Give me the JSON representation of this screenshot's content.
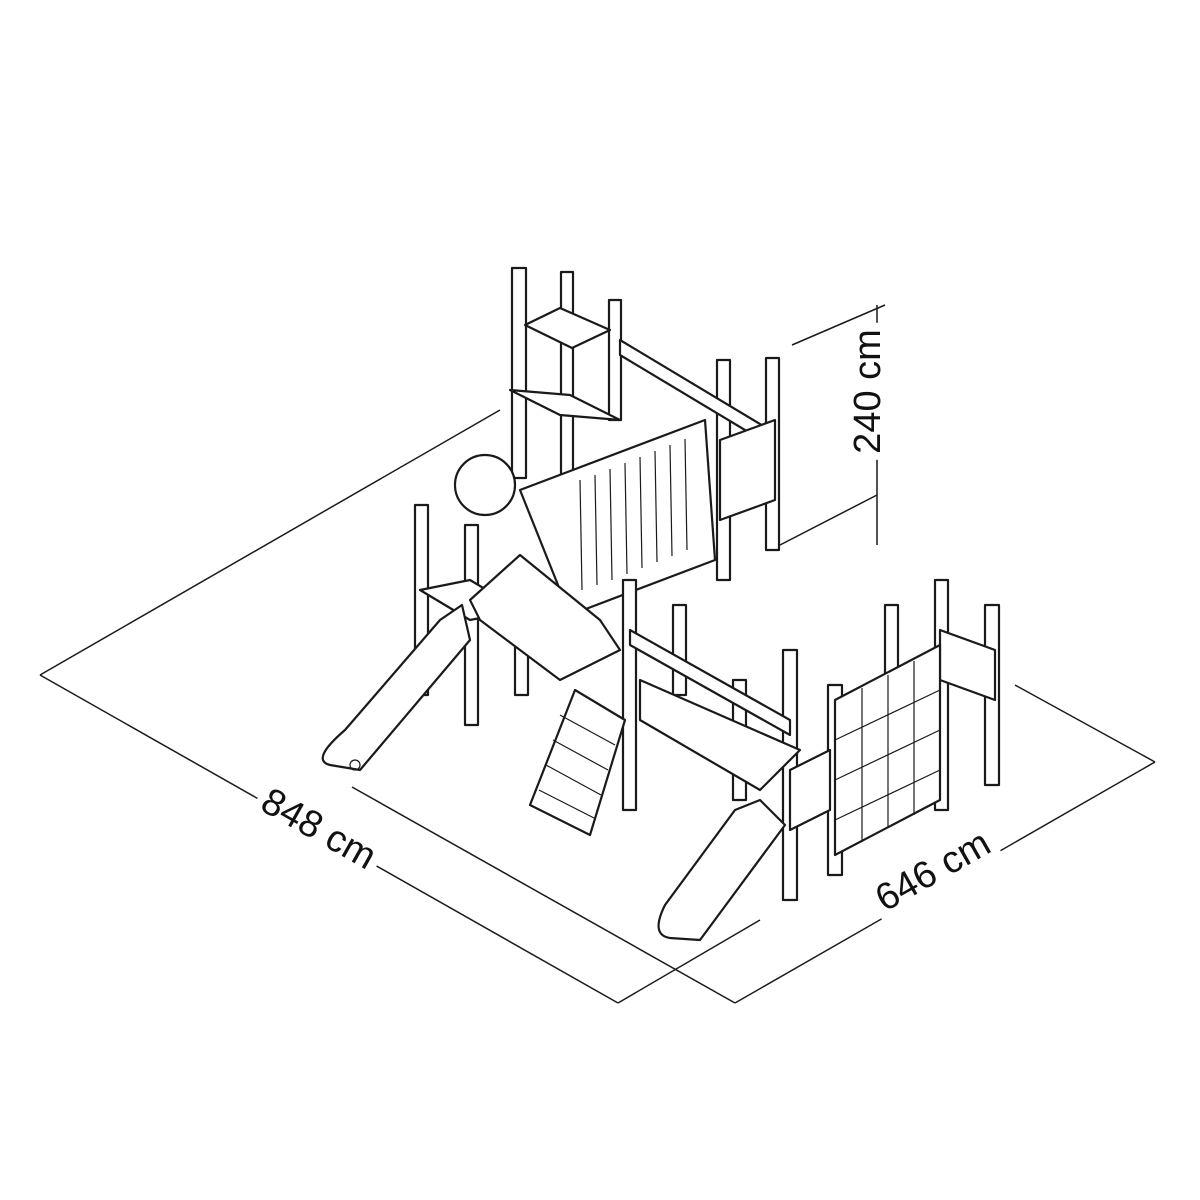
{
  "dimensions": {
    "length": "848 cm",
    "width": "646 cm",
    "height": "240 cm"
  },
  "colors": {
    "line": "#1a1a1a",
    "background": "#ffffff"
  }
}
